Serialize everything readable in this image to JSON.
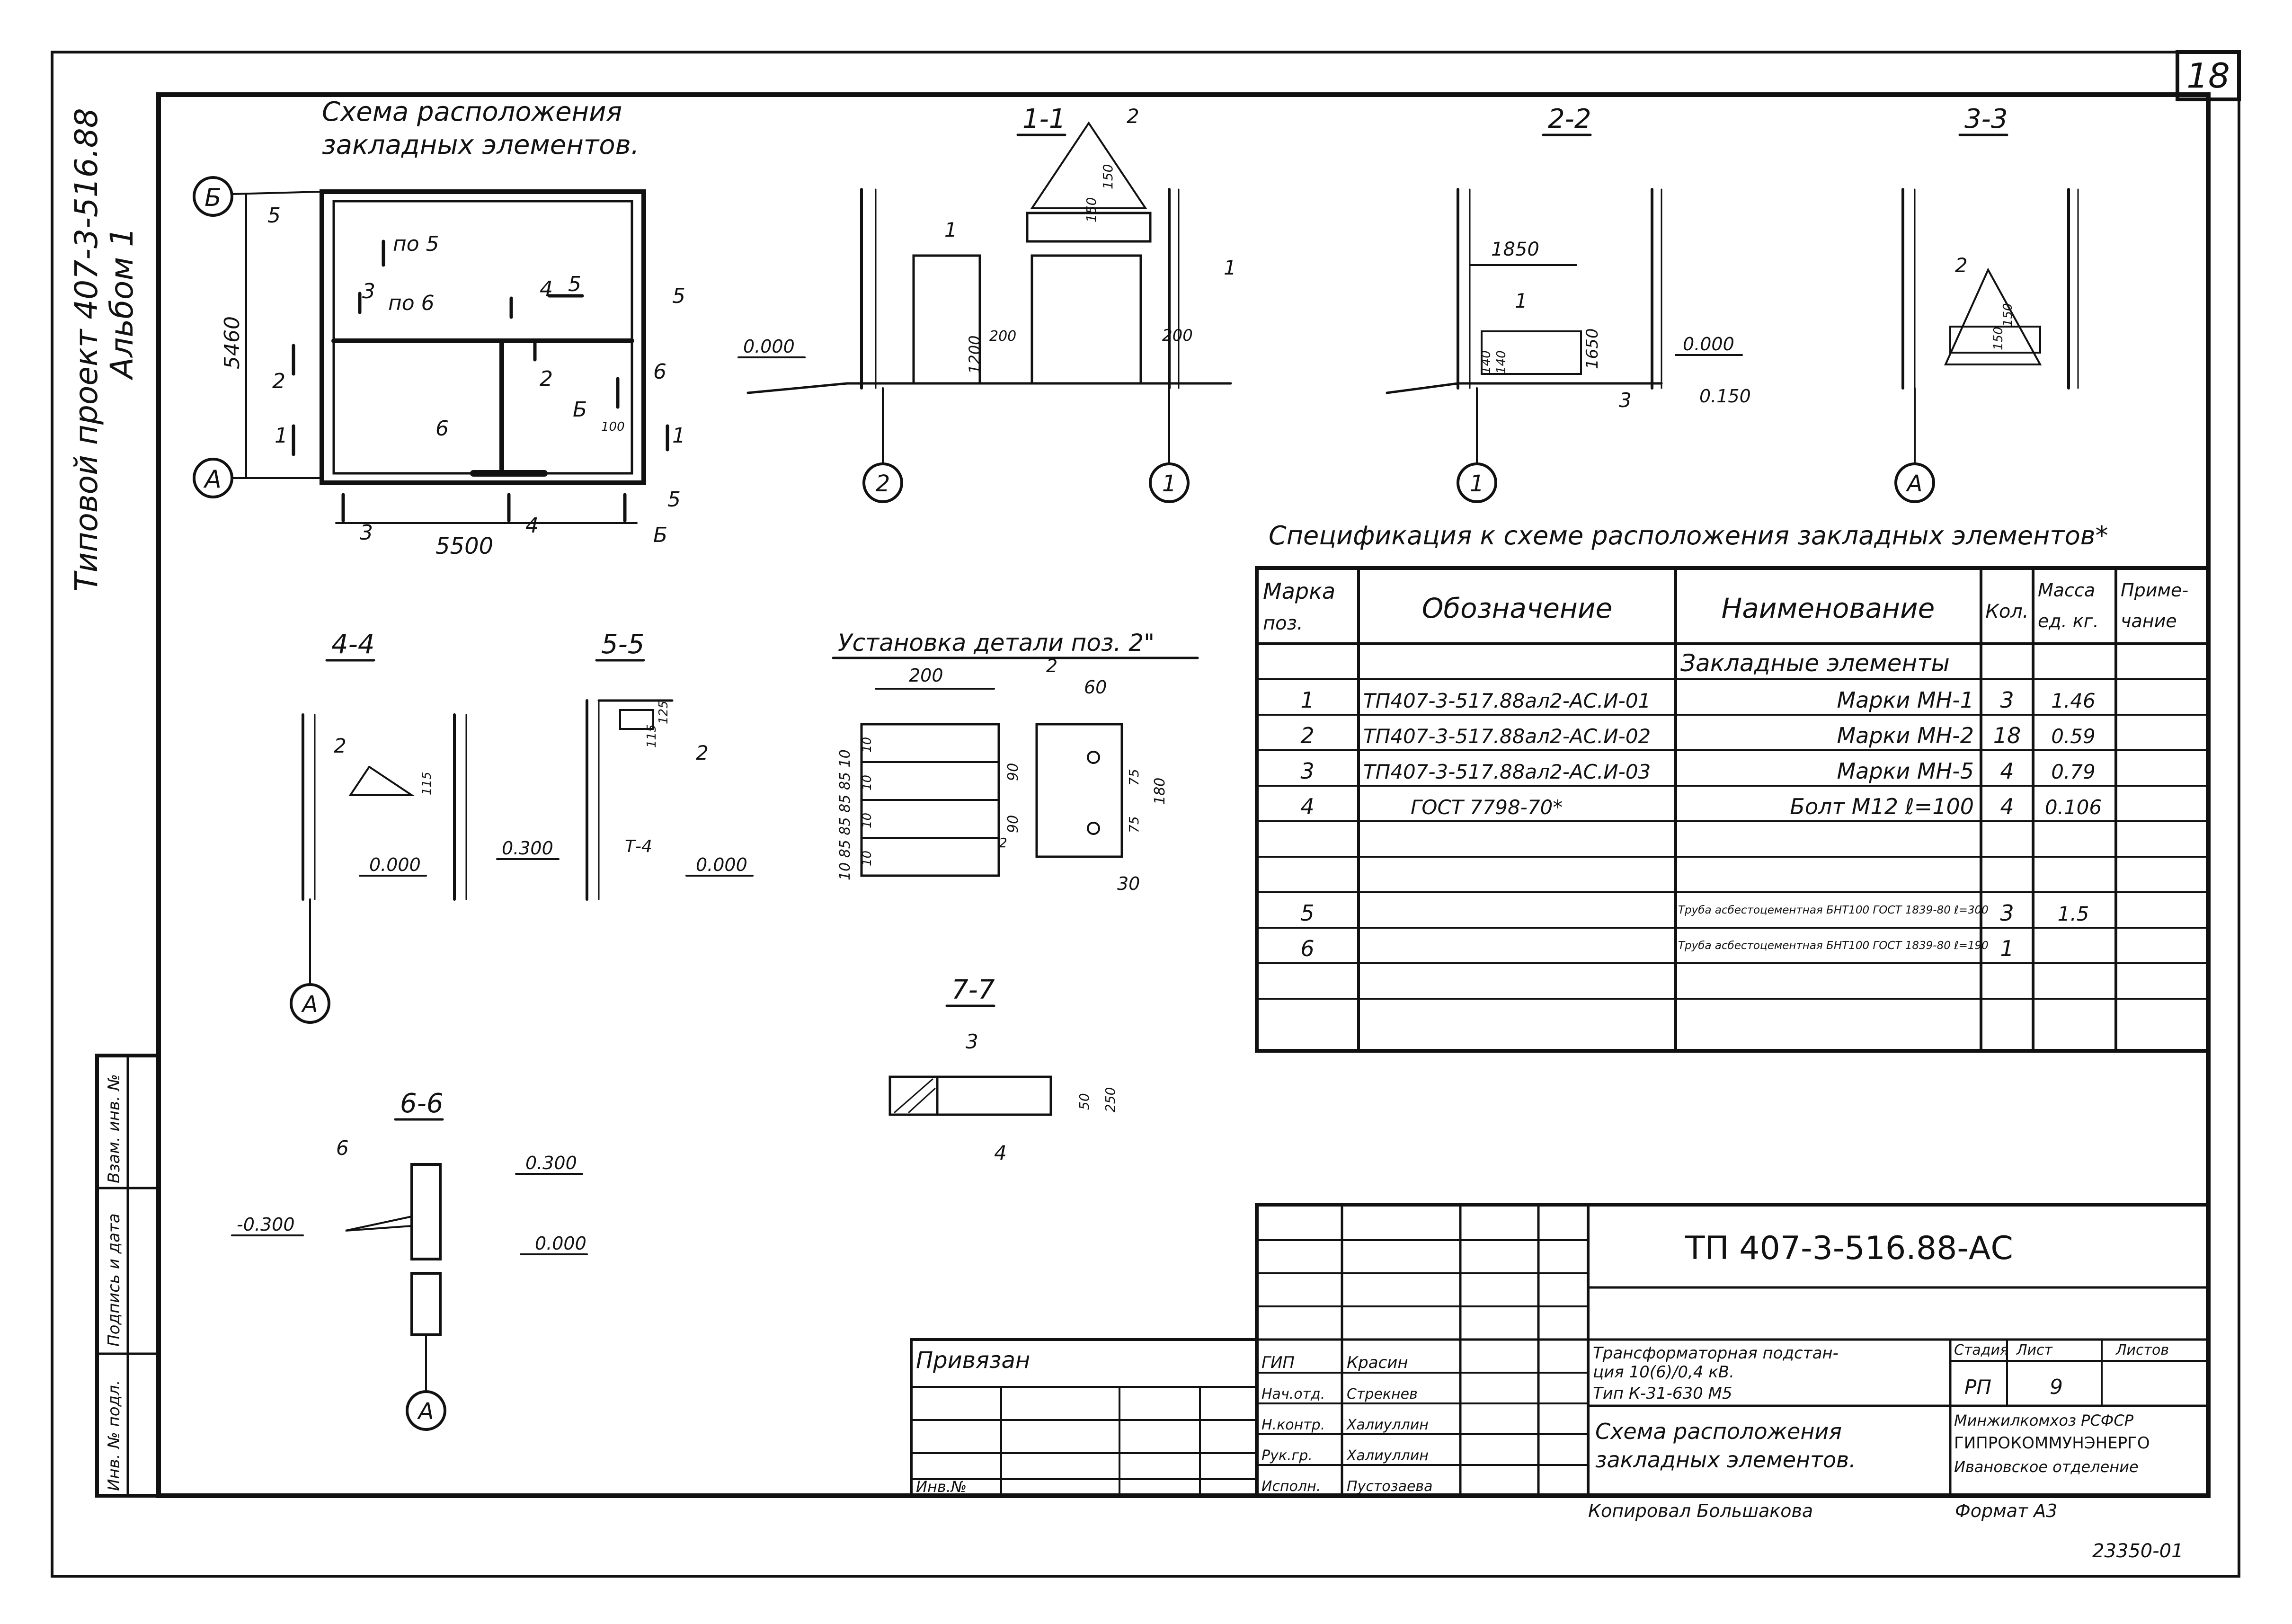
{
  "sheet": {
    "number": "18",
    "side_title_line1": "Типовой проект 407-3-516.88",
    "side_title_line2": "Альбом 1",
    "side_stamp": [
      "Инв. № подл.",
      "Подпись и дата",
      "Взам. инв. №"
    ],
    "bottom_code": "23350-01"
  },
  "plan": {
    "title_line1": "Схема расположения",
    "title_line2": "закладных элементов.",
    "axis_b": "Б",
    "axis_a": "А",
    "dim_height": "5460",
    "dim_width": "5500",
    "labels": [
      "5",
      "по 5",
      "3",
      "по 6",
      "4",
      "5",
      "5",
      "2",
      "2",
      "6",
      "Б",
      "1",
      "1",
      "6",
      "3",
      "4",
      "5",
      "Б",
      "100"
    ]
  },
  "sections": {
    "s11": {
      "title": "1-1",
      "dims": [
        "150",
        "150",
        "1200",
        "200",
        "200"
      ],
      "level": "0.000",
      "labels": [
        "2",
        "1",
        "1"
      ],
      "axes": [
        "2",
        "1"
      ]
    },
    "s22": {
      "title": "2-2",
      "dims": [
        "1850",
        "1650",
        "140",
        "140",
        "0.150"
      ],
      "level": "0.000",
      "labels": [
        "1",
        "3"
      ],
      "axis": "1"
    },
    "s33": {
      "title": "3-3",
      "dims": [
        "150",
        "150"
      ],
      "labels": [
        "2"
      ],
      "axis": "А"
    },
    "s44": {
      "title": "4-4",
      "dims": [
        "115"
      ],
      "level": "0.000",
      "labels": [
        "2"
      ],
      "axis": "А"
    },
    "s55": {
      "title": "5-5",
      "dims": [
        "125",
        "115"
      ],
      "levels": [
        "0.300",
        "0.000"
      ],
      "labels": [
        "2",
        "Т-4"
      ]
    },
    "s66": {
      "title": "6-6",
      "levels": [
        "0.300",
        "-0.300",
        "0.000"
      ],
      "labels": [
        "6"
      ],
      "axis": "А"
    },
    "s77": {
      "title": "7-7",
      "dims": [
        "250",
        "50"
      ],
      "labels": [
        "3",
        "4"
      ]
    }
  },
  "detail2": {
    "title": "Установка детали поз. 2\"",
    "dims_top": [
      "200",
      "60"
    ],
    "label": "2",
    "dims_left": "10 85 85 85 85 10",
    "dims_mid": [
      "10",
      "10",
      "10",
      "10",
      "90",
      "90"
    ],
    "dims_right": [
      "75",
      "75",
      "180"
    ],
    "dims_bottom": [
      "30"
    ],
    "small": [
      "2"
    ]
  },
  "spec": {
    "title": "Спецификация к схеме расположения закладных элементов*",
    "headers": {
      "mark": [
        "Марка",
        "поз."
      ],
      "designation": "Обозначение",
      "name": "Наименование",
      "qty": "Кол.",
      "mass": [
        "Масса",
        "ед. кг."
      ],
      "note": [
        "Приме-",
        "чание"
      ]
    },
    "group": "Закладные элементы",
    "rows": [
      {
        "pos": "1",
        "designation": "ТП407-3-517.88ал2-АС.И-01",
        "name": "Марки МН-1",
        "qty": "3",
        "mass": "1.46"
      },
      {
        "pos": "2",
        "designation": "ТП407-3-517.88ал2-АС.И-02",
        "name": "Марки МН-2",
        "qty": "18",
        "mass": "0.59"
      },
      {
        "pos": "3",
        "designation": "ТП407-3-517.88ал2-АС.И-03",
        "name": "Марки МН-5",
        "qty": "4",
        "mass": "0.79"
      },
      {
        "pos": "4",
        "designation": "ГОСТ 7798-70*",
        "name": "Болт М12 ℓ=100",
        "qty": "4",
        "mass": "0.106"
      },
      {
        "pos": "5",
        "designation": "",
        "name": "Труба асбестоцементная БНТ100 ГОСТ 1839-80 ℓ=300",
        "qty": "3",
        "mass": "1.5"
      },
      {
        "pos": "6",
        "designation": "",
        "name": "Труба асбестоцементная БНТ100 ГОСТ 1839-80 ℓ=190",
        "qty": "1",
        "mass": ""
      }
    ]
  },
  "title_block": {
    "code": "ТП 407-3-516.88-АС",
    "privyazan": "Привязан",
    "inv": "Инв.№",
    "roles": [
      {
        "role": "ГИП",
        "name": "Красин"
      },
      {
        "role": "Нач.отд.",
        "name": "Стрекнев"
      },
      {
        "role": "Н.контр.",
        "name": "Халиуллин"
      },
      {
        "role": "Рук.гр.",
        "name": "Халиуллин"
      },
      {
        "role": "Исполн.",
        "name": "Пустозаева"
      }
    ],
    "project_line1": "Трансформаторная подстан-",
    "project_line2": "ция 10(6)/0,4 кВ.",
    "project_line3": "Тип К-31-630 М5",
    "sheet_title_line1": "Схема расположения",
    "sheet_title_line2": "закладных элементов.",
    "stage_label": "Стадия",
    "sheet_label": "Лист",
    "sheets_label": "Листов",
    "stage": "РП",
    "sheet": "9",
    "org_line1": "Минжилкомхоз РСФСР",
    "org_line2": "ГИПРОКОММУНЭНЕРГО",
    "org_line3": "Ивановское отделение",
    "copied": "Копировал Большакова",
    "format": "Формат А3"
  },
  "colors": {
    "ink": "#111111",
    "paper": "#ffffff"
  }
}
